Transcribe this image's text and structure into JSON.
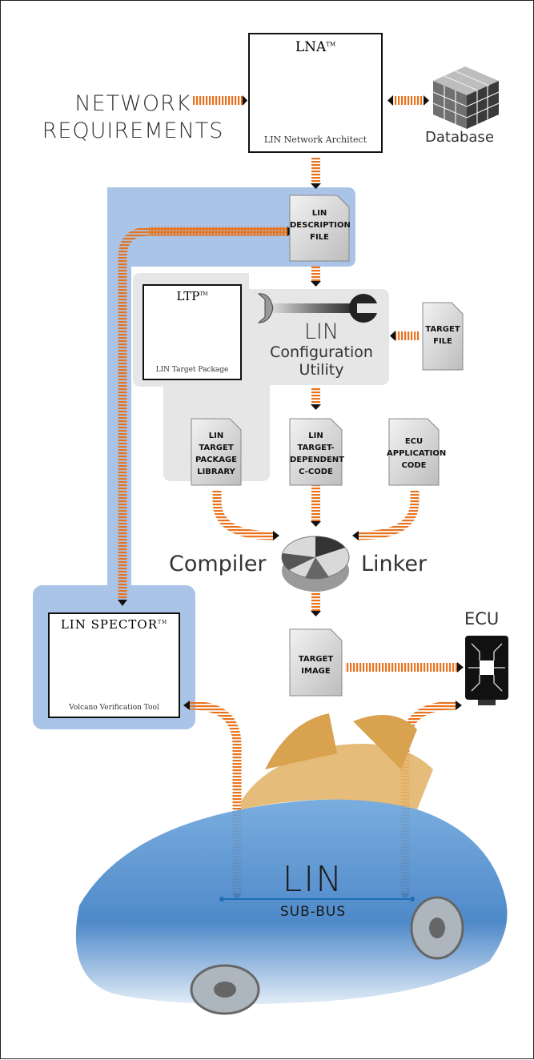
{
  "network_requirements": [
    "NETWORK",
    "REQUIREMENTS"
  ],
  "lna": {
    "title": "LNA",
    "tm": "TM",
    "subtitle": "LIN Network Architect"
  },
  "database": {
    "label": "Database"
  },
  "ldf": {
    "label": "LIN\nDESCRIPTION\nFILE"
  },
  "ltp": {
    "title": "LTP",
    "tm": "TM",
    "subtitle": "LIN Target Package"
  },
  "config_utility": {
    "title": "LIN",
    "line1": "Configuration",
    "line2": "Utility"
  },
  "target_file": {
    "label": "TARGET\nFILE"
  },
  "ltp_library": {
    "label": "LIN\nTARGET\nPACKAGE\nLIBRARY"
  },
  "target_ccode": {
    "label": "LIN\nTARGET-\nDEPENDENT\nC-CODE"
  },
  "ecu_app": {
    "label": "ECU\nAPPLICATION\nCODE"
  },
  "compiler": {
    "label": "Compiler"
  },
  "linker": {
    "label": "Linker"
  },
  "target_image": {
    "label": "TARGET\nIMAGE"
  },
  "spector": {
    "title": "LIN SPECTOR",
    "tm": "TM",
    "subtitle": "Volcano Verification Tool"
  },
  "ecu": {
    "label": "ECU"
  },
  "bus": {
    "title": "LIN",
    "subtitle": "SUB-BUS"
  },
  "colors": {
    "accent_orange": "#e8731f",
    "panel_blue": "#a9c4e6",
    "panel_gray": "#e6e6e6",
    "car_blue": "#4f8fd0"
  }
}
